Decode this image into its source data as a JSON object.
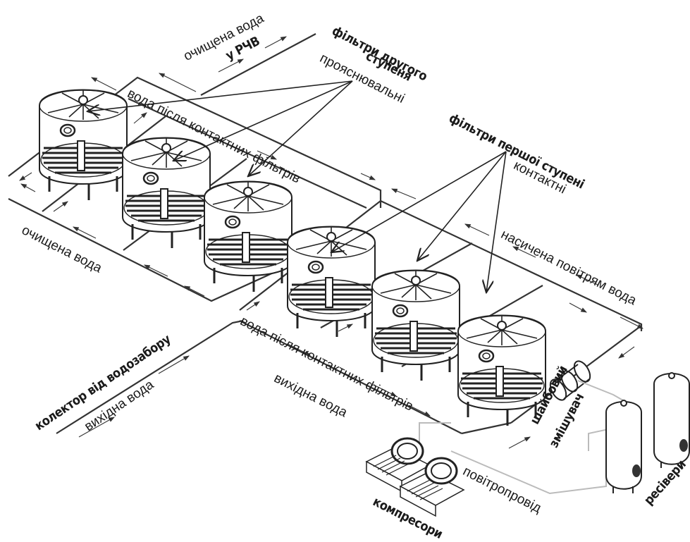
{
  "labels": {
    "cleaned_water_to_rchv_line1": "очищена вода",
    "cleaned_water_to_rchv_line2": "у РЧВ",
    "second_stage_filters_line1": "фільтри другого",
    "second_stage_filters_line2": "ступеня",
    "clarifying": "прояснювальні",
    "water_after_contact_filters_top": "вода після контактних фільтрів",
    "first_stage_filters": "фільтри першої ступені",
    "contact": "контактні",
    "cleaned_water_left": "очищена вода",
    "air_saturated_water": "насичена повітрям вода",
    "water_after_contact_filters_bottom": "вода після контактних фільтрів",
    "collector_from_intake": "колектор від водозабору",
    "source_water_left": "вихідна вода",
    "source_water_bottom": "вихідна вода",
    "washer_mixer_line1": "шайбовий",
    "washer_mixer_line2": "змішувач",
    "air_pipeline": "повітропровід",
    "compressors": "компресори",
    "receivers": "ресівери"
  },
  "colors": {
    "line": "#222222",
    "air_pipe": "#bbbbbb",
    "background": "#ffffff"
  }
}
